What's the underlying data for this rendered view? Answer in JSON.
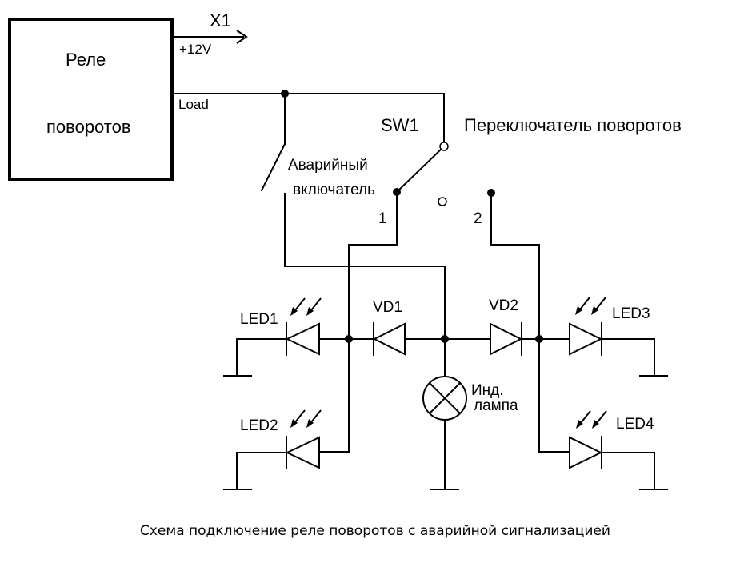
{
  "relay": {
    "line1": "Реле",
    "line2": "поворотов"
  },
  "x1": {
    "label": "X1",
    "voltage": "+12V"
  },
  "load_label": "Load",
  "switch": {
    "name": "SW1",
    "description": "Переключатель поворотов",
    "pos1": "1",
    "pos2": "2"
  },
  "hazard_switch": {
    "line1": "Аварийный",
    "line2": "включатель"
  },
  "diodes": {
    "vd1": "VD1",
    "vd2": "VD2"
  },
  "leds": {
    "led1": "LED1",
    "led2": "LED2",
    "led3": "LED3",
    "led4": "LED4"
  },
  "lamp": {
    "line1": "Инд.",
    "line2": "лампа"
  },
  "caption": "Схема подключение реле поворотов с аварийной сигнализацией"
}
